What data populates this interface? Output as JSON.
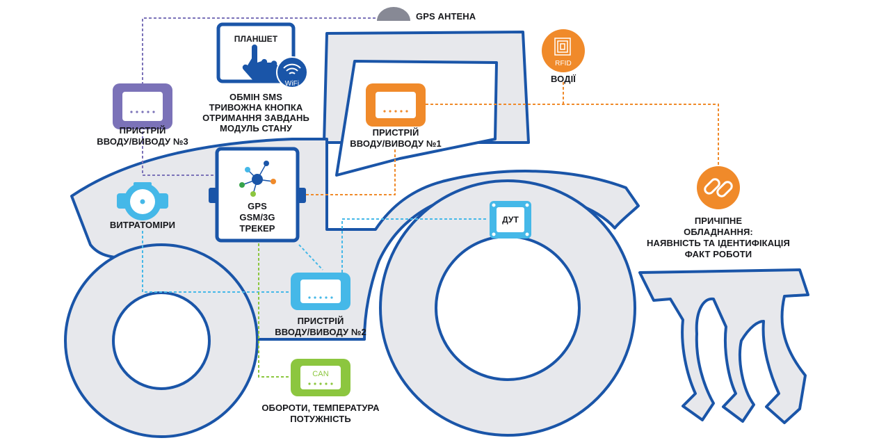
{
  "gps_antenna": "GPS АНТЕНА",
  "tablet": {
    "title": "ПЛАНШЕТ",
    "wifi": "WiFi",
    "lines": [
      "ОБМІН SMS",
      "ТРИВОЖНА КНОПКА",
      "ОТРИМАННЯ ЗАВДАНЬ",
      "МОДУЛЬ СТАНУ"
    ]
  },
  "io3": {
    "label": [
      "ПРИСТРІЙ",
      "ВВОДУ/ВИВОДУ №3"
    ]
  },
  "io1": {
    "label": [
      "ПРИСТРІЙ",
      "ВВОДУ/ВИВОДУ №1"
    ]
  },
  "io2": {
    "label": [
      "ПРИСТРІЙ",
      "ВВОДУ/ВИВОДУ №2"
    ]
  },
  "rfid": {
    "badge": "RFID",
    "label": "ВОДІЇ"
  },
  "tracker": {
    "lines": [
      "GPS",
      "GSM/3G",
      "ТРЕКЕР"
    ]
  },
  "flow_meters": "ВИТРАТОМІРИ",
  "fuel_sensor": "ДУТ",
  "trailer": {
    "lines": [
      "ПРИЧІПНЕ",
      "ОБЛАДНАННЯ:",
      "НАЯВНІСТЬ ТА ІДЕНТИФІКАЦІЯ",
      "ФАКТ РОБОТИ"
    ]
  },
  "can": {
    "badge": "CAN",
    "lines": [
      "ОБОРОТИ, ТЕМПЕРАТУРА",
      "ПОТУЖНІСТЬ"
    ]
  },
  "colors": {
    "outline": "#1a55a8",
    "body_fill": "#e7e8ec",
    "purple": "#7b72b8",
    "orange": "#f08a2a",
    "cyan": "#45b8e8",
    "green": "#8cc63f",
    "gray": "#878995"
  }
}
